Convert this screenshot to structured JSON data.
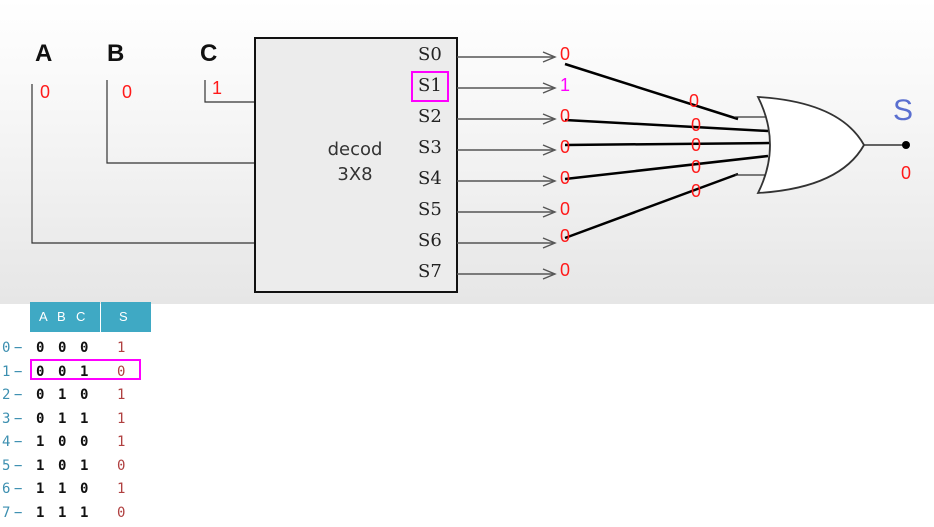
{
  "inputs": [
    {
      "name": "A",
      "value": "0"
    },
    {
      "name": "B",
      "value": "0"
    },
    {
      "name": "C",
      "value": "1"
    }
  ],
  "decoder": {
    "line1": "decod",
    "line2": "3X8"
  },
  "outputs": [
    {
      "label": "S0",
      "value": "0"
    },
    {
      "label": "S1",
      "value": "1"
    },
    {
      "label": "S2",
      "value": "0"
    },
    {
      "label": "S3",
      "value": "0"
    },
    {
      "label": "S4",
      "value": "0"
    },
    {
      "label": "S5",
      "value": "0"
    },
    {
      "label": "S6",
      "value": "0"
    },
    {
      "label": "S7",
      "value": "0"
    }
  ],
  "gate_inputs": [
    "0",
    "0",
    "0",
    "0",
    "0"
  ],
  "gate_output": {
    "name": "S",
    "value": "0"
  },
  "colors": {
    "value": "#ff1a1a",
    "highlight": "#ff00ff",
    "header": "#3fa9c4",
    "s_label": "#5a6fd0"
  },
  "truth_table": {
    "headers": [
      "A",
      "B",
      "C",
      "S"
    ],
    "rows": [
      {
        "index": "0",
        "a": "0",
        "b": "0",
        "c": "0",
        "s": "1"
      },
      {
        "index": "1",
        "a": "0",
        "b": "0",
        "c": "1",
        "s": "0"
      },
      {
        "index": "2",
        "a": "0",
        "b": "1",
        "c": "0",
        "s": "1"
      },
      {
        "index": "3",
        "a": "0",
        "b": "1",
        "c": "1",
        "s": "1"
      },
      {
        "index": "4",
        "a": "1",
        "b": "0",
        "c": "0",
        "s": "1"
      },
      {
        "index": "5",
        "a": "1",
        "b": "0",
        "c": "1",
        "s": "0"
      },
      {
        "index": "6",
        "a": "1",
        "b": "1",
        "c": "0",
        "s": "1"
      },
      {
        "index": "7",
        "a": "1",
        "b": "1",
        "c": "1",
        "s": "0"
      }
    ],
    "highlighted_row": 1
  }
}
